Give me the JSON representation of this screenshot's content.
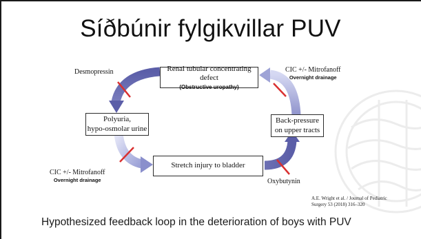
{
  "slide": {
    "title": "Síðbúnir fylgikvillar PUV",
    "caption": "Hypothesized feedback loop in the deterioration of boys with PUV"
  },
  "diagram": {
    "boxes": {
      "top": {
        "label": "Renal tubular concentrating defect",
        "sublabel": "(Obstructive uropathy)"
      },
      "left_line1": "Polyuria,",
      "left_line2": "hypo-osmolar urine",
      "right_line1": "Back-pressure",
      "right_line2": "on upper tracts",
      "bottom": "Stretch injury to bladder"
    },
    "interventions": {
      "top_left": "Desmopressin",
      "top_right": "CIC +/- Mitrofanoff",
      "top_right_sub": "Overnight drainage",
      "bottom_left": "CIC +/- Mitrofanoff",
      "bottom_left_sub": "Overnight drainage",
      "bottom_right": "Oxybutynin"
    },
    "colors": {
      "arrow_dark": "#5b5ea8",
      "arrow_light": "#c9cdf0",
      "block_mark": "#d93030"
    }
  },
  "citation": {
    "line1": "A.E. Wright et al. / Journal of Pediatric",
    "line2": "Surgery 53 (2018) 316–320"
  }
}
